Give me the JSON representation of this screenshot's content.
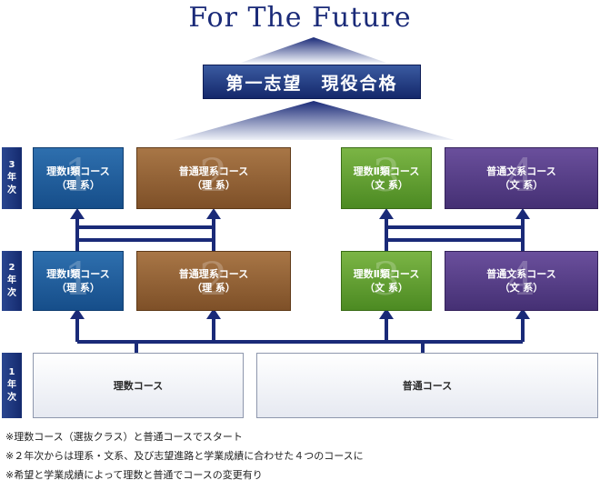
{
  "title": "For The Future",
  "goal": "第一志望　現役合格",
  "years": [
    {
      "label": [
        "3",
        "年",
        "次"
      ]
    },
    {
      "label": [
        "2",
        "年",
        "次"
      ]
    },
    {
      "label": [
        "1",
        "年",
        "次"
      ]
    }
  ],
  "grade3": [
    {
      "num": "1",
      "line1": "理数Ⅰ類コース",
      "line2": "（理 系）"
    },
    {
      "num": "2",
      "line1": "普通理系コース",
      "line2": "（理 系）"
    },
    {
      "num": "3",
      "line1": "理数Ⅱ類コース",
      "line2": "（文 系）"
    },
    {
      "num": "4",
      "line1": "普通文系コース",
      "line2": "（文 系）"
    }
  ],
  "grade2": [
    {
      "num": "1",
      "line1": "理数Ⅰ類コース",
      "line2": "（理 系）"
    },
    {
      "num": "2",
      "line1": "普通理系コース",
      "line2": "（理 系）"
    },
    {
      "num": "3",
      "line1": "理数Ⅱ類コース",
      "line2": "（文 系）"
    },
    {
      "num": "4",
      "line1": "普通文系コース",
      "line2": "（文 系）"
    }
  ],
  "grade1": {
    "science": "理数コース",
    "general": "普通コース"
  },
  "notes": [
    "※理数コース（選抜クラス）と普通コースでスタート",
    "※２年次からは理系・文系、及び志望進路と学業成績に合わせた４つのコースに",
    "※希望と学業成績によって理数と普通でコースの変更有り"
  ],
  "colors": {
    "navy": "#1a2a78",
    "blue": "#1f5c9c",
    "brown": "#8f5f34",
    "green": "#5f9e2f",
    "purple": "#553d86"
  }
}
